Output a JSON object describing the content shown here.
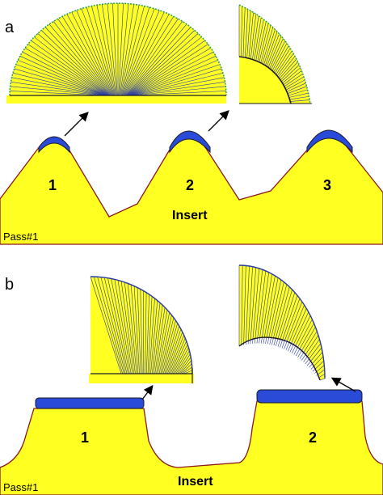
{
  "panel_a": {
    "letter": "a",
    "teeth": [
      "1",
      "2",
      "3"
    ],
    "insert_label": "Insert",
    "pass_label": "Pass#1"
  },
  "panel_b": {
    "letter": "b",
    "teeth": [
      "1",
      "2"
    ],
    "insert_label": "Insert",
    "pass_label": "Pass#1"
  },
  "colors": {
    "insert_fill": "#ffff22",
    "outline": "#8a1a1a",
    "mesh_line": "#2a3aa8",
    "mesh_dark": "#1a1a2a",
    "coating": "#2a4ad8",
    "edge_dot": "#2aa04a"
  }
}
